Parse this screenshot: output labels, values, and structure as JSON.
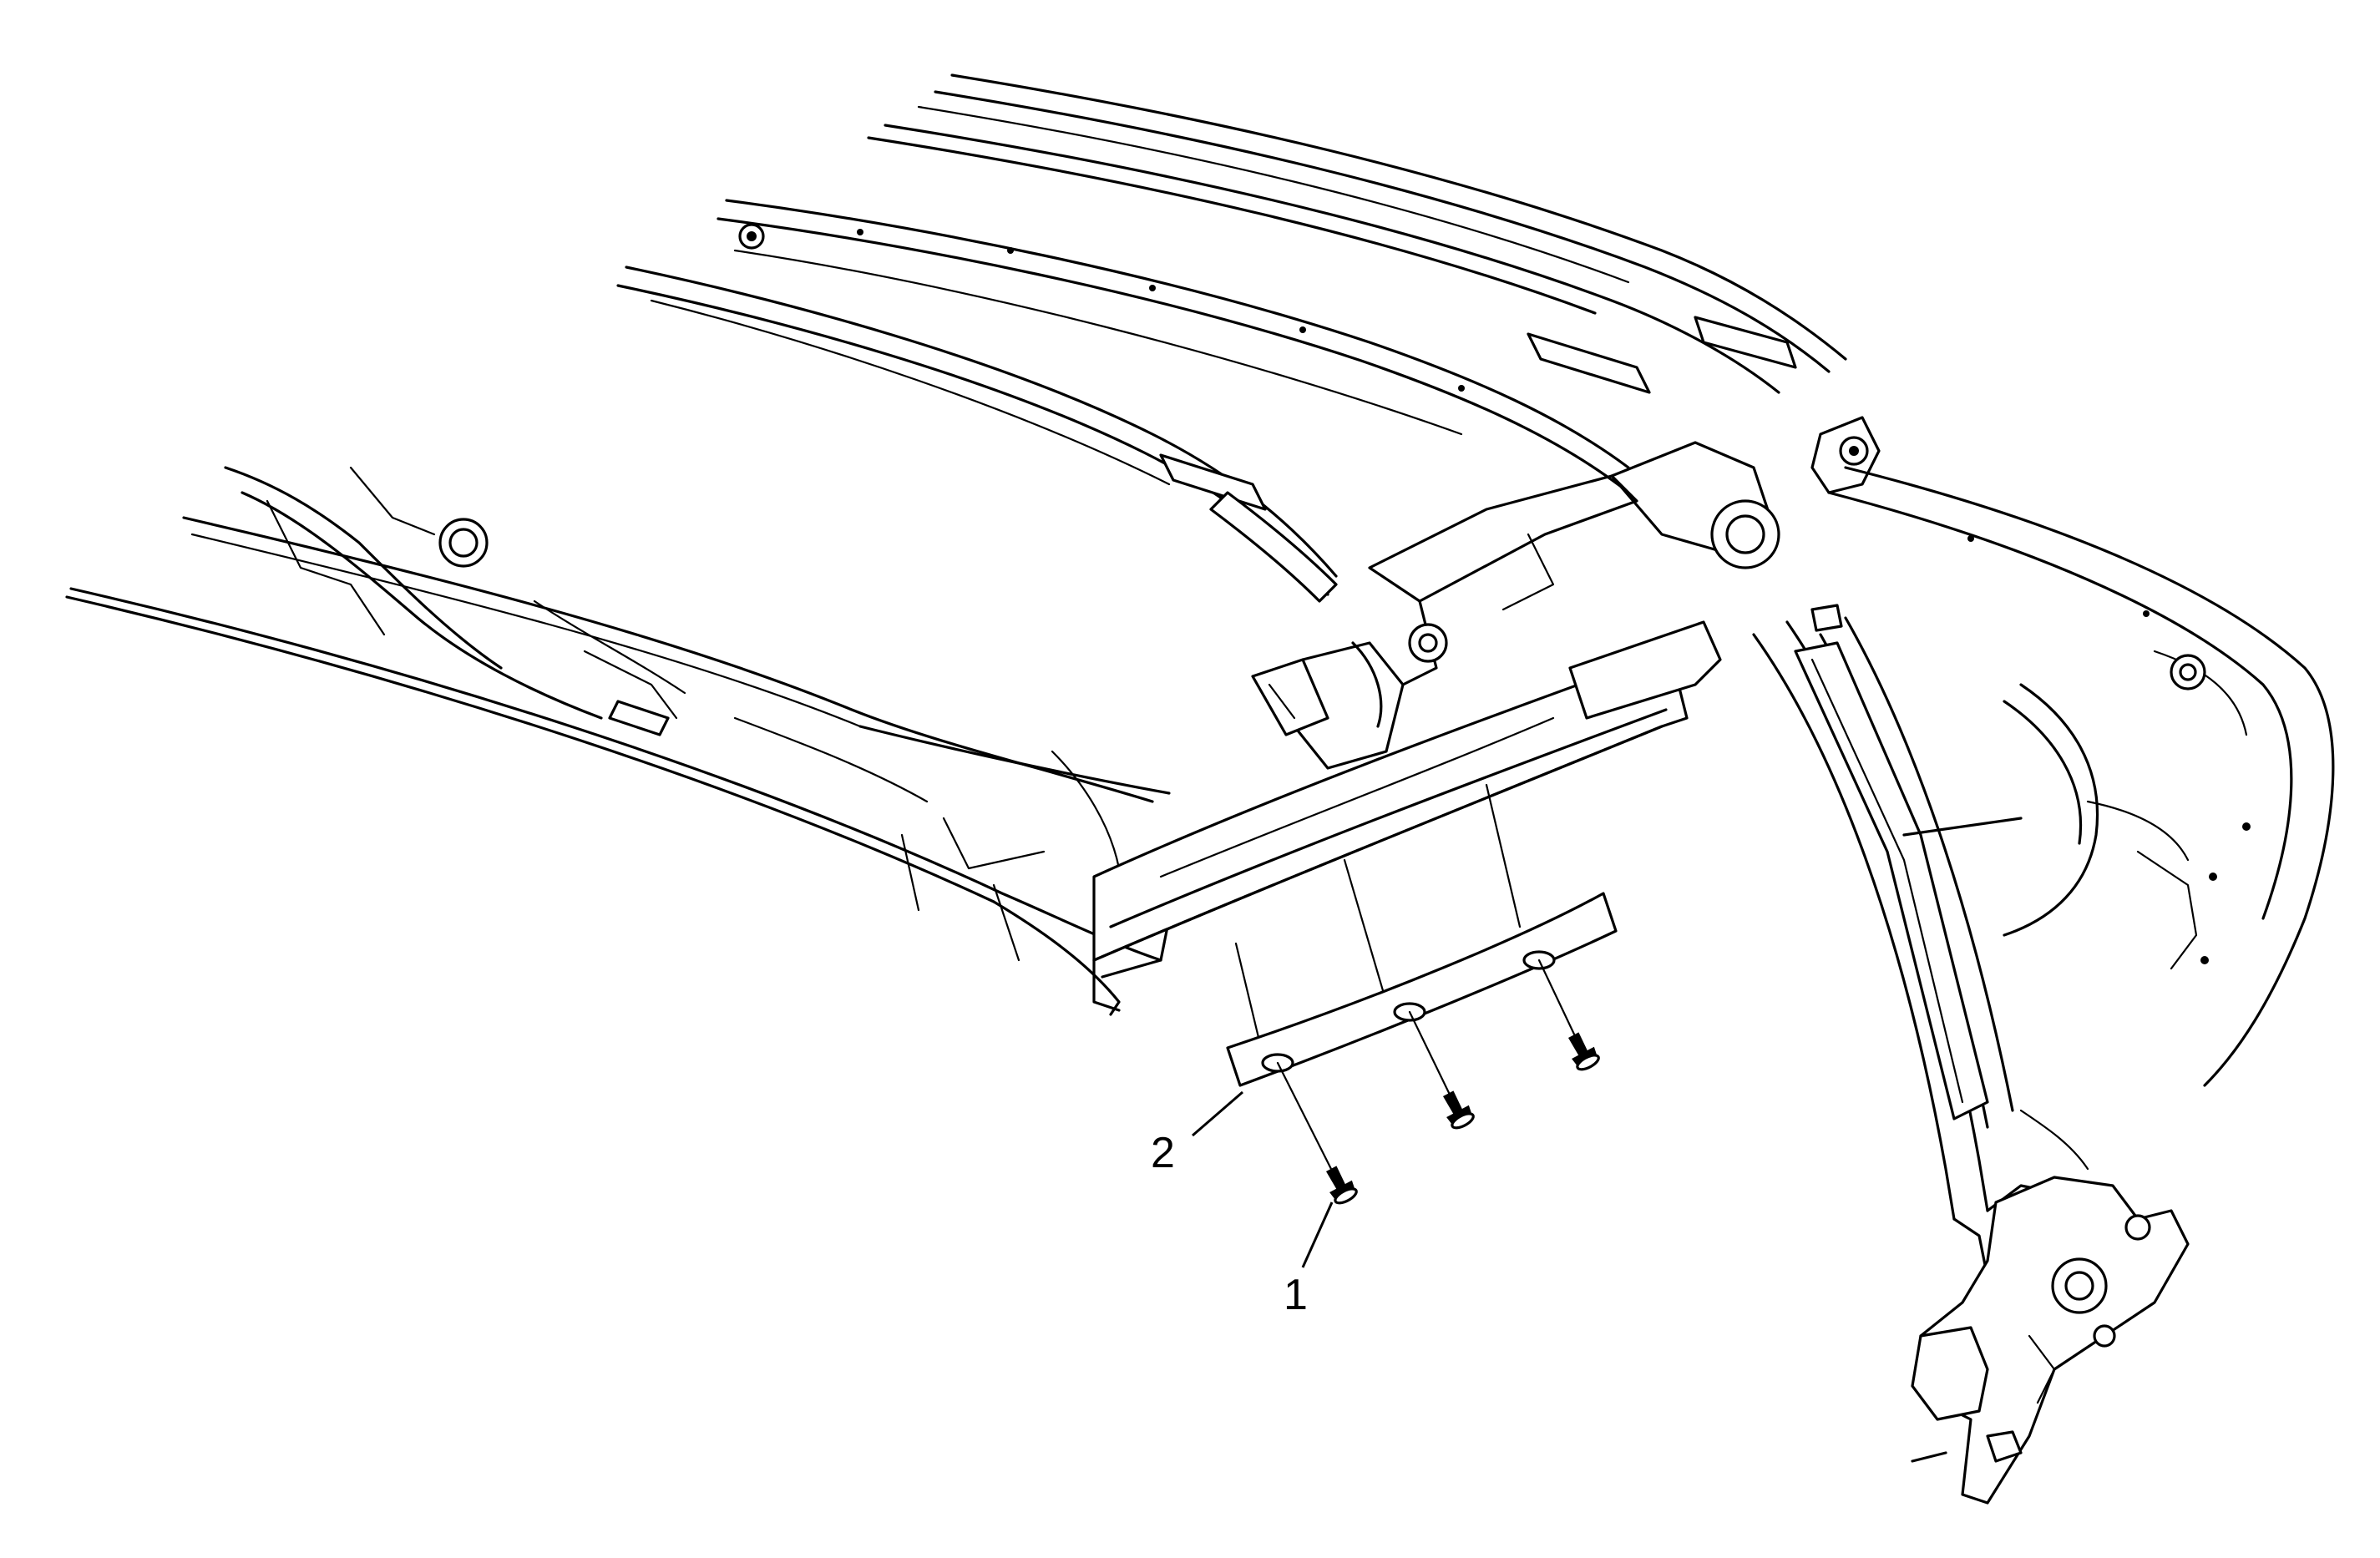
{
  "callouts": [
    {
      "number": "1",
      "part": "fastener"
    },
    {
      "number": "2",
      "part": "molding"
    }
  ]
}
